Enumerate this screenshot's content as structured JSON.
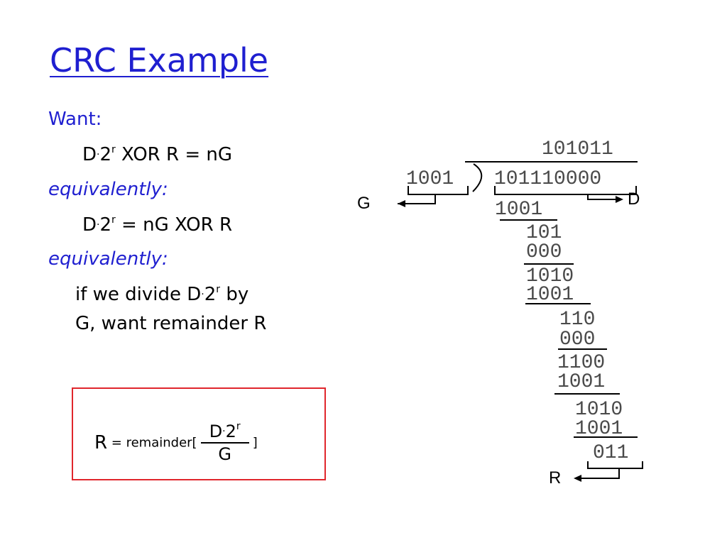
{
  "title": "CRC Example",
  "left": {
    "want": "Want:",
    "eq1": {
      "d": "D",
      "dot": "·",
      "two": "2",
      "sup": "r",
      "rest": " XOR R = nG"
    },
    "equiv1": "equivalently:",
    "eq2": {
      "d": "D",
      "dot": "·",
      "two": "2",
      "sup": "r",
      "rest": " = nG XOR R"
    },
    "equiv2": "equivalently:",
    "if_line": {
      "pre": "if we divide D",
      "dot": "·",
      "two": "2",
      "sup": "r",
      "post": " by"
    },
    "if_line2": "G, want remainder R"
  },
  "formula": {
    "r": "R",
    "text": " = remainder[",
    "num_d": "D",
    "num_dot": "·",
    "num_two": "2",
    "num_sup": "r",
    "den": "G",
    "close": " ]"
  },
  "division": {
    "quotient": "101011",
    "divisor": "1001",
    "dividend": "101110000",
    "steps": [
      "1001",
      "101",
      "000",
      "1010",
      "1001",
      "110",
      "000",
      "1100",
      "1001",
      "1010",
      "1001",
      "011"
    ],
    "label_g": "G",
    "label_d": "D",
    "label_r": "R"
  }
}
